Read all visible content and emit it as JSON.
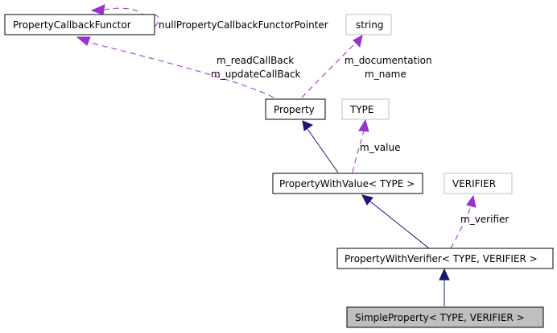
{
  "nodes": {
    "property_callback_functor": "PropertyCallbackFunctor",
    "string": "string",
    "property": "Property",
    "type": "TYPE",
    "property_with_value": "PropertyWithValue< TYPE >",
    "verifier": "VERIFIER",
    "property_with_verifier": "PropertyWithVerifier< TYPE, VERIFIER >",
    "simple_property": "SimpleProperty< TYPE, VERIFIER >"
  },
  "edge_labels": {
    "null_pointer": "nullPropertyCallbackFunctorPointer",
    "read_callback": "m_readCallBack",
    "update_callback": "m_updateCallBack",
    "documentation": "m_documentation",
    "name": "m_name",
    "value": "m_value",
    "verifier": "m_verifier"
  },
  "colors": {
    "inheritance_edge": "#191970",
    "usage_edge": "#9a32cd",
    "focus_node_fill": "#bfbfbf",
    "external_node_border": "#bfbfbf"
  }
}
